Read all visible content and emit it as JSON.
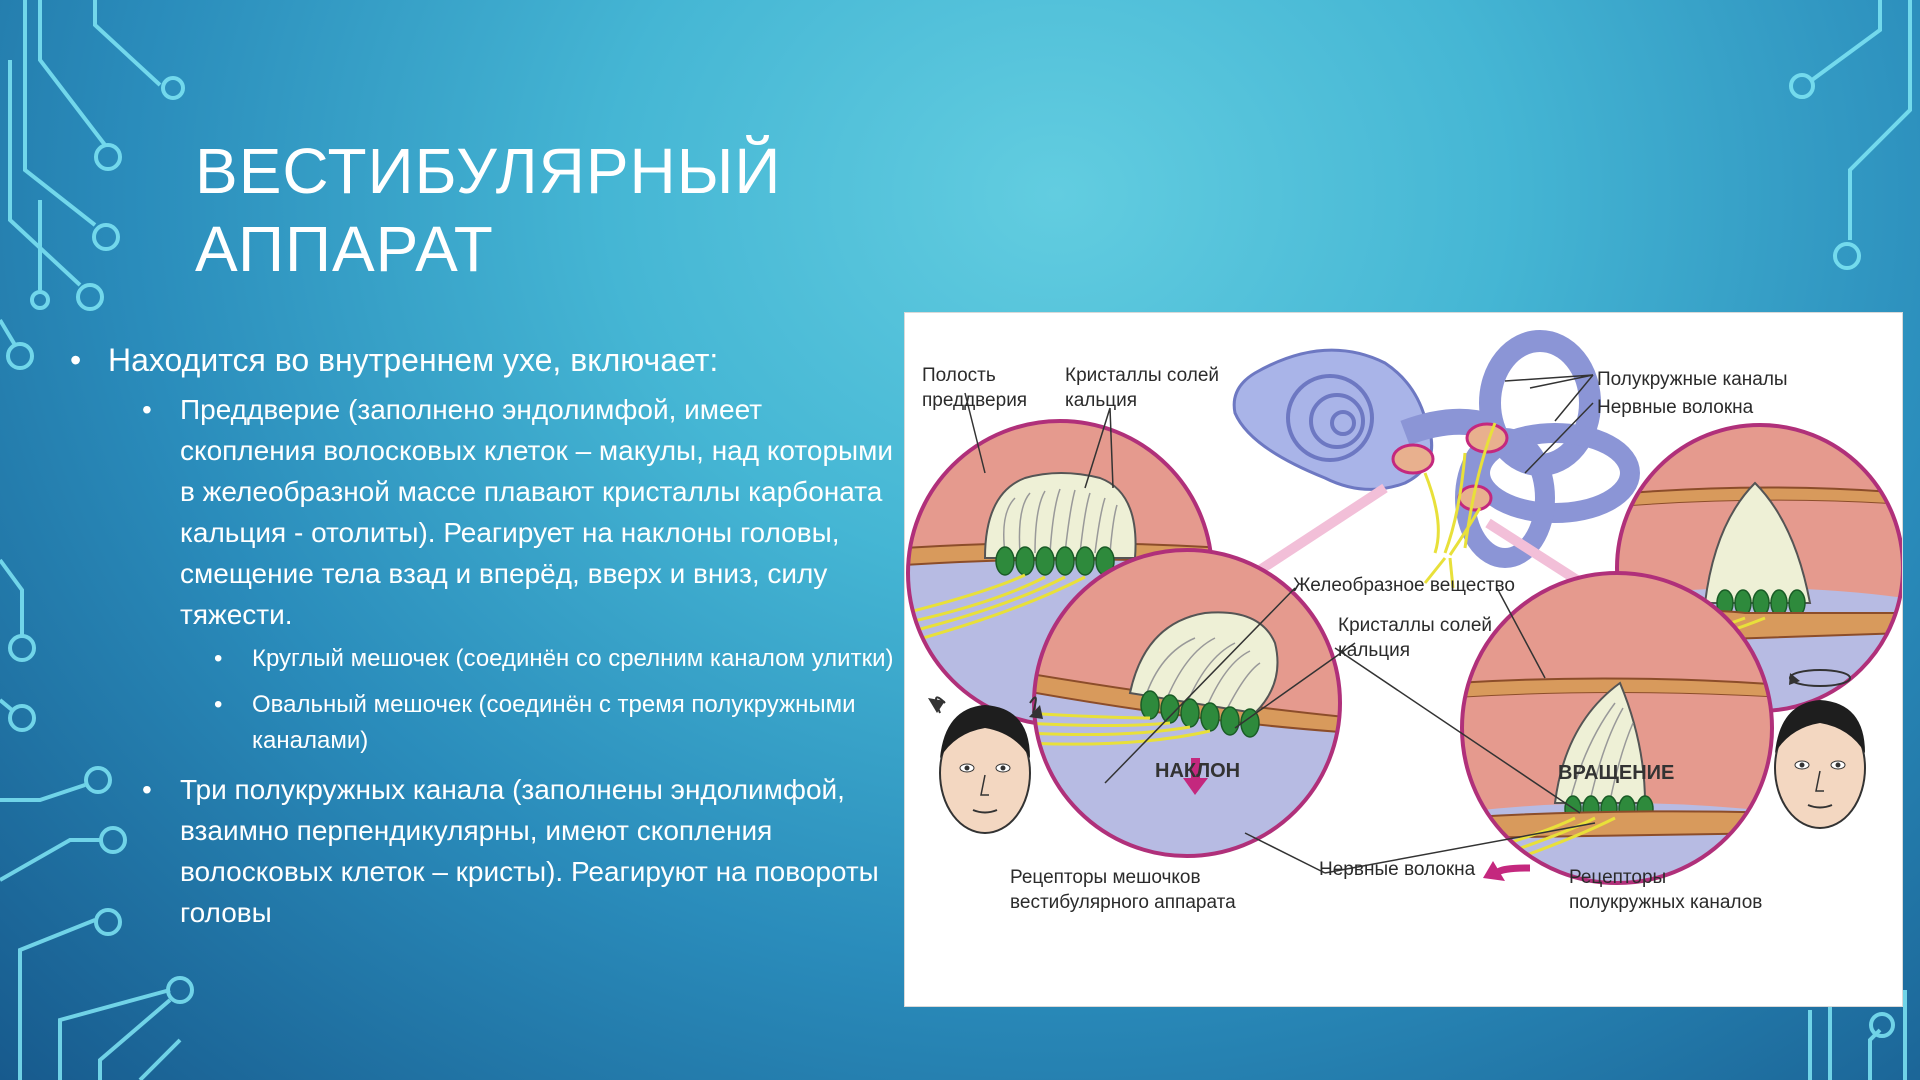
{
  "slide": {
    "title_line1": "ВЕСТИБУЛЯРНЫЙ",
    "title_line2": "АППАРАТ",
    "bullets": [
      {
        "level": 1,
        "text": "Находится во внутреннем ухе, включает:"
      },
      {
        "level": 2,
        "text": "Преддверие (заполнено эндолимфой, имеет скопления волосковых клеток – макулы, над которыми в желеобразной массе плавают кристаллы карбоната кальция - отолиты). Реагирует на наклоны головы, смещение тела взад и вперёд, вверх и вниз, силу тяжести."
      },
      {
        "level": 3,
        "text": "Круглый мешочек (соединён со срелним каналом улитки)"
      },
      {
        "level": 3,
        "text": "Овальный мешочек (соединён с тремя полукружными каналами)"
      },
      {
        "level": 2,
        "text": "Три полукружных канала (заполнены эндолимфой, взаимно перпендикулярны, имеют скопления волосковых клеток – кристы). Реагируют на повороты головы"
      }
    ],
    "bullet_glyph": "•"
  },
  "figure": {
    "labels": {
      "vestibule_cavity": "Полость\nпреддверия",
      "calcium_crystals_top": "Кристаллы солей\nкальция",
      "semicircular_canals": "Полукружные каналы",
      "nerve_fibers_top": "Нервные волокна",
      "gel_substance": "Желеобразное вещество",
      "calcium_crystals_mid": "Кристаллы солей\nкальция",
      "tilt": "НАКЛОН",
      "rotation": "ВРАЩЕНИЕ",
      "nerve_fibers_bottom": "Нервные волокна",
      "vestibular_receptors": "Рецепторы мешочков\nвестибулярного аппарата",
      "canal_receptors": "Рецепторы\nполукружных каналов"
    }
  },
  "colors": {
    "accent_arrow": "#c4287e",
    "circle_border": "#b0307a",
    "tissue_pink": "#e59a8e",
    "fluid_blue": "#b7bbe3",
    "gel": "#eef0d6",
    "nerve_yellow": "#e8e03a",
    "cell_green": "#2e8a3c"
  }
}
